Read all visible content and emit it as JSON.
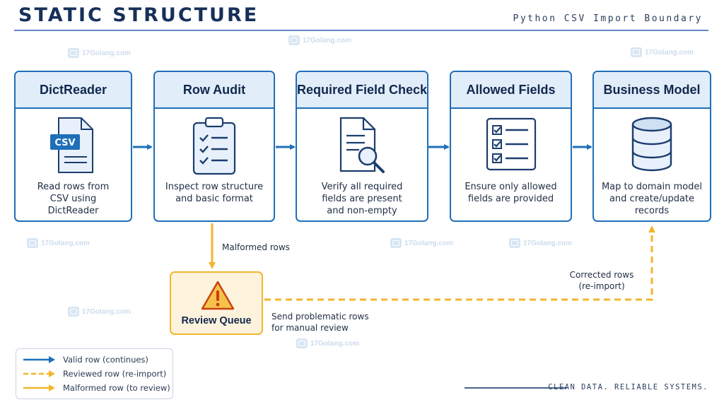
{
  "header": {
    "title": "STATIC STRUCTURE",
    "subtitle": "Python CSV Import Boundary"
  },
  "stages": [
    {
      "title": "DictReader",
      "description": "Read rows from\nCSV using\nDictReader",
      "icon": "csv-file-icon",
      "icon_text": "CSV"
    },
    {
      "title": "Row Audit",
      "description": "Inspect row structure\nand basic format",
      "icon": "clipboard-checklist-icon"
    },
    {
      "title": "Required Field Check",
      "description": "Verify all required\nfields are present\nand non-empty",
      "icon": "document-search-icon"
    },
    {
      "title": "Allowed Fields",
      "description": "Ensure only allowed\nfields are provided",
      "icon": "checklist-icon"
    },
    {
      "title": "Business Model",
      "description": "Map to domain model\nand create/update\nrecords",
      "icon": "database-icon"
    }
  ],
  "review_queue": {
    "title": "Review Queue",
    "icon": "warning-icon"
  },
  "labels": {
    "malformed_rows": "Malformed rows",
    "send_problematic": "Send problematic rows\nfor manual review",
    "corrected_rows": "Corrected rows\n(re-import)"
  },
  "legend": [
    {
      "label": "Valid row (continues)",
      "style": "solid",
      "color": "#1f6fb8"
    },
    {
      "label": "Reviewed row (re-import)",
      "style": "dashed",
      "color": "#f1b62d"
    },
    {
      "label": "Malformed row (to review)",
      "style": "solid",
      "color": "#f1b62d"
    }
  ],
  "footer": "CLEAN DATA. RELIABLE SYSTEMS.",
  "watermark": "17Golang.com",
  "colors": {
    "primary": "#1f6fb8",
    "header_fill": "#e1edf9",
    "review_border": "#f1b62d",
    "review_fill": "#fdf3dc",
    "title_text": "#16305a"
  }
}
